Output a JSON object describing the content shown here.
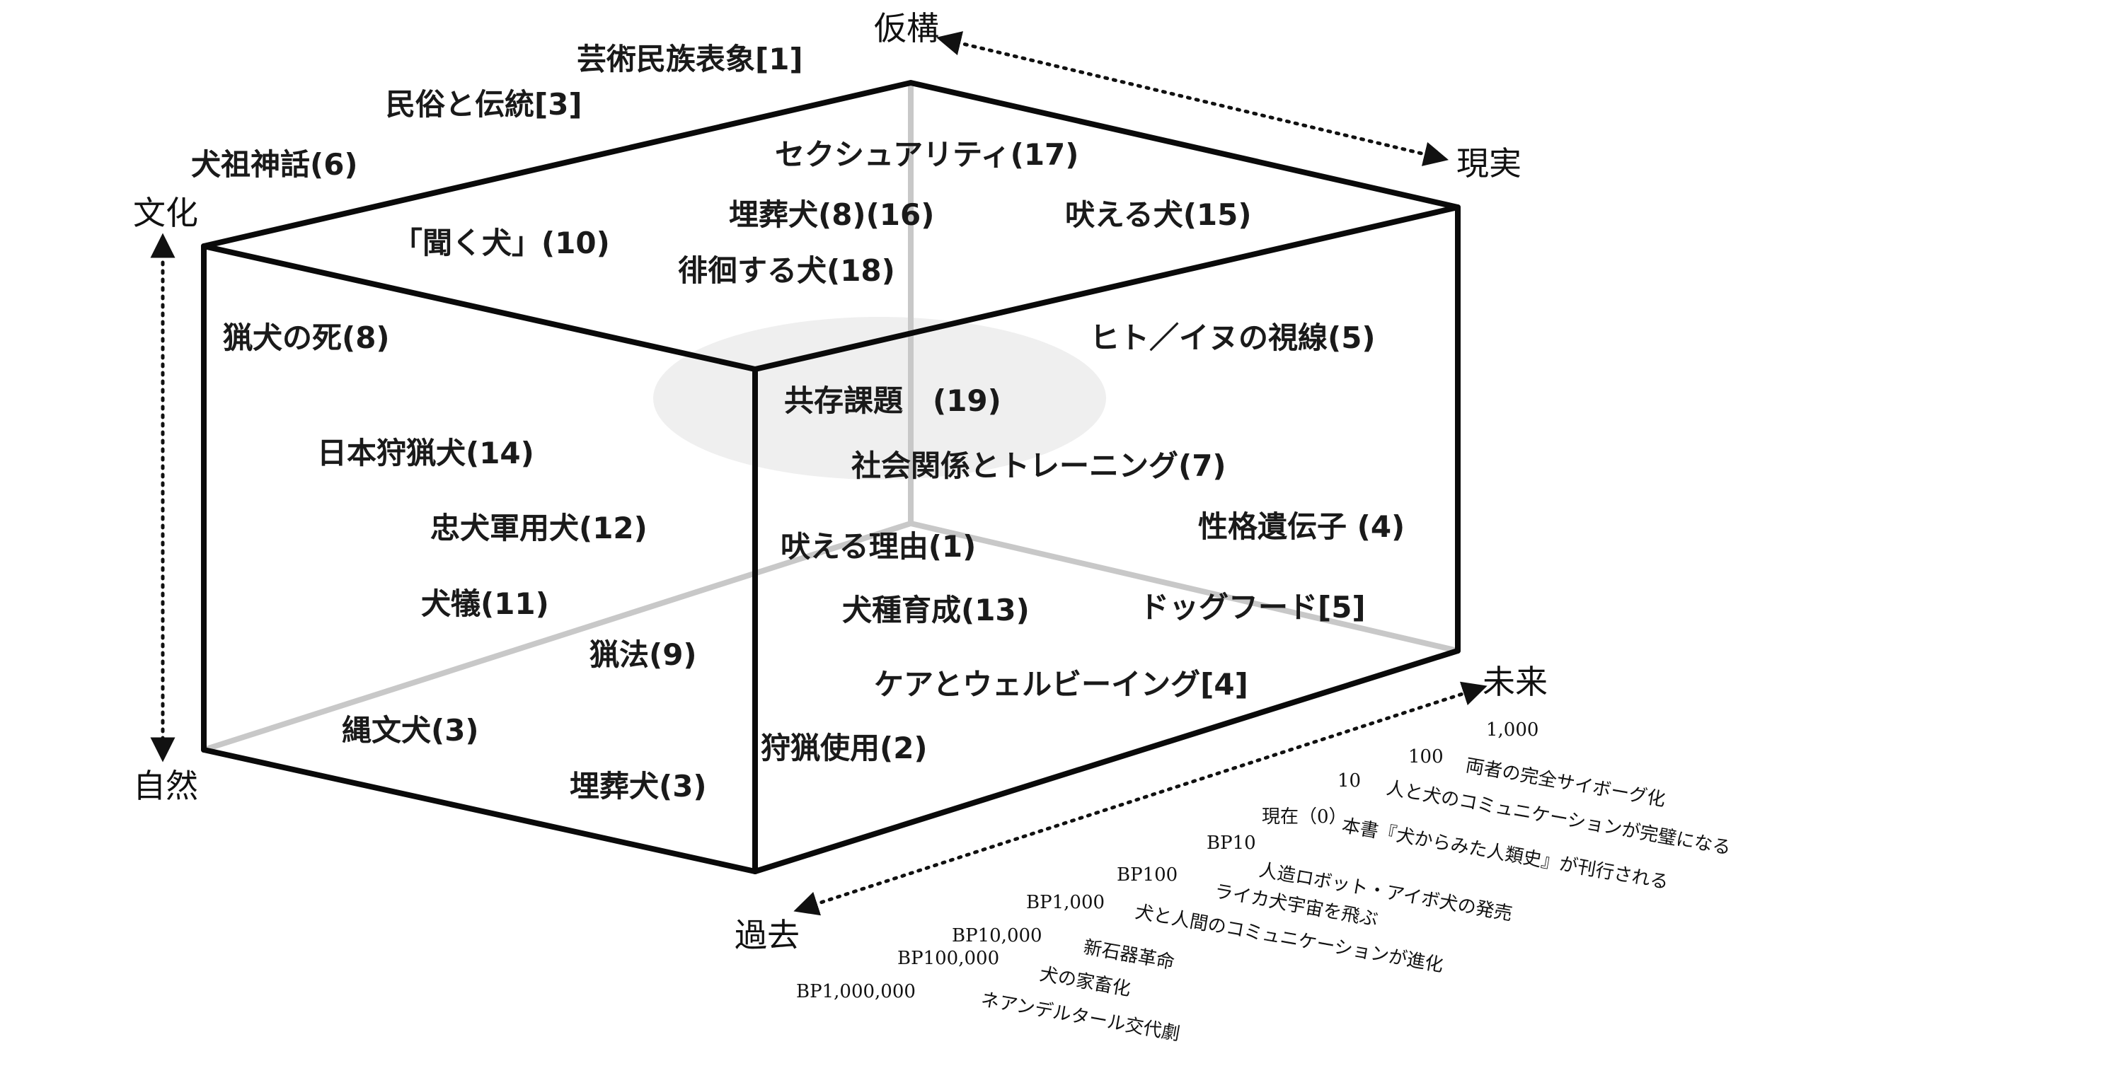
{
  "axes": {
    "fiction": "仮構",
    "reality": "現実",
    "culture": "文化",
    "nature": "自然",
    "future": "未来",
    "past": "過去"
  },
  "labels": {
    "art_ethnic": "芸術民族表象[1]",
    "folk_tradition": "民俗と伝統[3]",
    "dog_ancestor_myth": "犬祖神話(6)",
    "sexuality": "セクシュアリティ(17)",
    "burial_dog_8_16": "埋葬犬(8)(16)",
    "barking_dog_15": "吠える犬(15)",
    "listening_dog": "「聞く犬」(10)",
    "wandering_dog": "徘徊する犬(18)",
    "hunting_dog_death": "猟犬の死(8)",
    "human_dog_gaze": "ヒト／イヌの視線(5)",
    "coexistence": "共存課題　(19)",
    "social_training": "社会関係とトレーニング(7)",
    "japanese_hunting_dog": "日本狩猟犬(14)",
    "personality_gene": "性格遺伝子 (4)",
    "loyal_military_dog": "忠犬軍用犬(12)",
    "reason_barking": "吠える理由(1)",
    "dog_sacrifice": "犬犠(11)",
    "breed_development": "犬種育成(13)",
    "dog_food": "ドッグフード[5]",
    "hunting_law": "猟法(9)",
    "care_wellbeing": "ケアとウェルビーイング[4]",
    "jomon_dog": "縄文犬(3)",
    "hunting_use": "狩猟使用(2)",
    "burial_dog_3": "埋葬犬(3)"
  },
  "timeline": [
    {
      "year": "1,000",
      "event": ""
    },
    {
      "year": "100",
      "event": "両者の完全サイボーグ化"
    },
    {
      "year": "10",
      "event": "人と犬のコミュニケーションが完璧になる"
    },
    {
      "year": "現在（0）",
      "event": "本書『犬からみた人類史』が刊行される"
    },
    {
      "year": "BP10",
      "event": "人造ロボット・アイボ犬の発売"
    },
    {
      "year": "BP100",
      "event": "ライカ犬宇宙を飛ぶ"
    },
    {
      "year": "BP1,000",
      "event": "犬と人間のコミュニケーションが進化"
    },
    {
      "year": "BP10,000",
      "event": "新石器革命"
    },
    {
      "year": "BP100,000",
      "event": "犬の家畜化"
    },
    {
      "year": "BP1,000,000",
      "event": "ネアンデルタール交代劇"
    }
  ]
}
